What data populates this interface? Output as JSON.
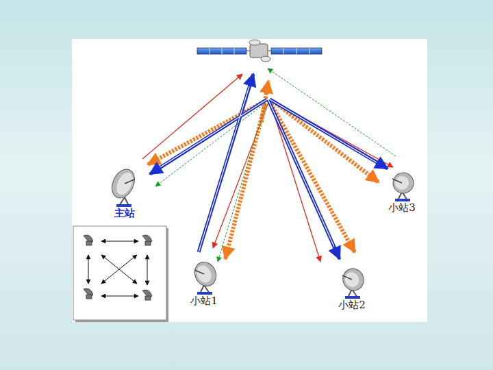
{
  "diagram": {
    "nodes": [
      {
        "text": [
          "主站"
        ]
      },
      {
        "text": [
          "小站1"
        ]
      },
      {
        "text": [
          "小站2"
        ]
      },
      {
        "text": [
          "小站3"
        ]
      }
    ]
  }
}
